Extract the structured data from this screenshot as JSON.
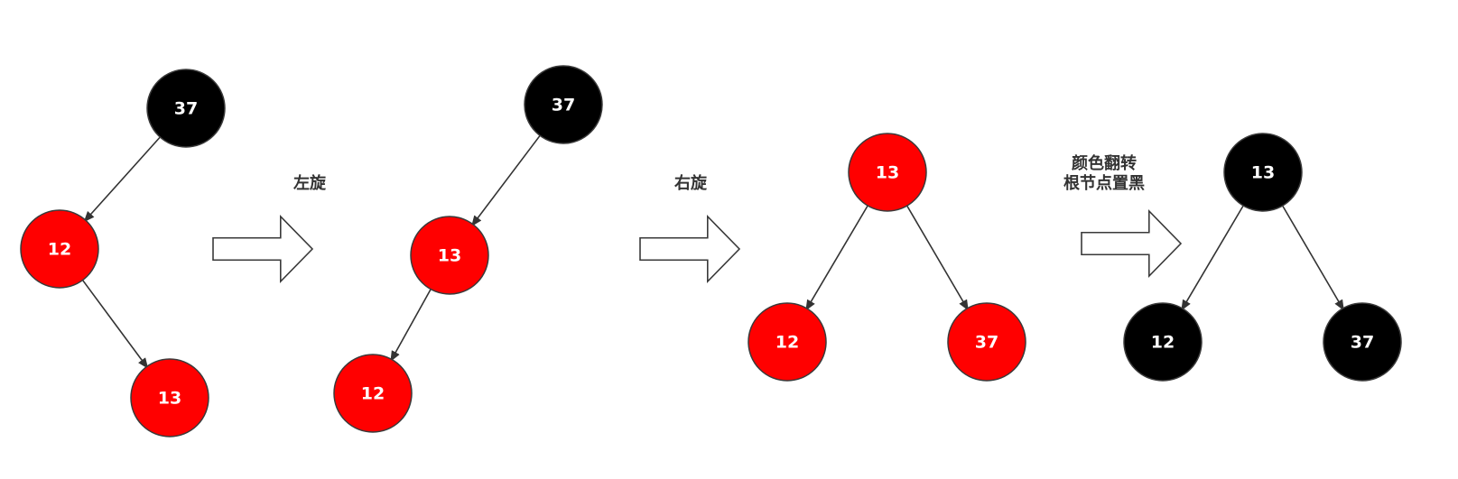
{
  "colors": {
    "red": "#ff0000",
    "black": "#000000"
  },
  "stages": [
    {
      "name": "initial",
      "nodes": [
        {
          "id": "a37",
          "label": "37",
          "color": "black"
        },
        {
          "id": "a12",
          "label": "12",
          "color": "red"
        },
        {
          "id": "a13",
          "label": "13",
          "color": "red"
        }
      ],
      "edges": [
        [
          "a37",
          "a12"
        ],
        [
          "a12",
          "a13"
        ]
      ]
    },
    {
      "name": "after-left-rotation",
      "nodes": [
        {
          "id": "b37",
          "label": "37",
          "color": "black"
        },
        {
          "id": "b13",
          "label": "13",
          "color": "red"
        },
        {
          "id": "b12",
          "label": "12",
          "color": "red"
        }
      ],
      "edges": [
        [
          "b37",
          "b13"
        ],
        [
          "b13",
          "b12"
        ]
      ]
    },
    {
      "name": "after-right-rotation",
      "nodes": [
        {
          "id": "c13",
          "label": "13",
          "color": "red"
        },
        {
          "id": "c12",
          "label": "12",
          "color": "red"
        },
        {
          "id": "c37",
          "label": "37",
          "color": "red"
        }
      ],
      "edges": [
        [
          "c13",
          "c12"
        ],
        [
          "c13",
          "c37"
        ]
      ]
    },
    {
      "name": "after-recolor",
      "nodes": [
        {
          "id": "d13",
          "label": "13",
          "color": "black"
        },
        {
          "id": "d12",
          "label": "12",
          "color": "black"
        },
        {
          "id": "d37",
          "label": "37",
          "color": "black"
        }
      ],
      "edges": [
        [
          "d13",
          "d12"
        ],
        [
          "d13",
          "d37"
        ]
      ]
    }
  ],
  "steps": [
    {
      "id": "left-rotate",
      "lines": [
        "左旋"
      ]
    },
    {
      "id": "right-rotate",
      "lines": [
        "右旋"
      ]
    },
    {
      "id": "recolor",
      "lines": [
        "颜色翻转",
        "根节点置黑"
      ]
    }
  ]
}
